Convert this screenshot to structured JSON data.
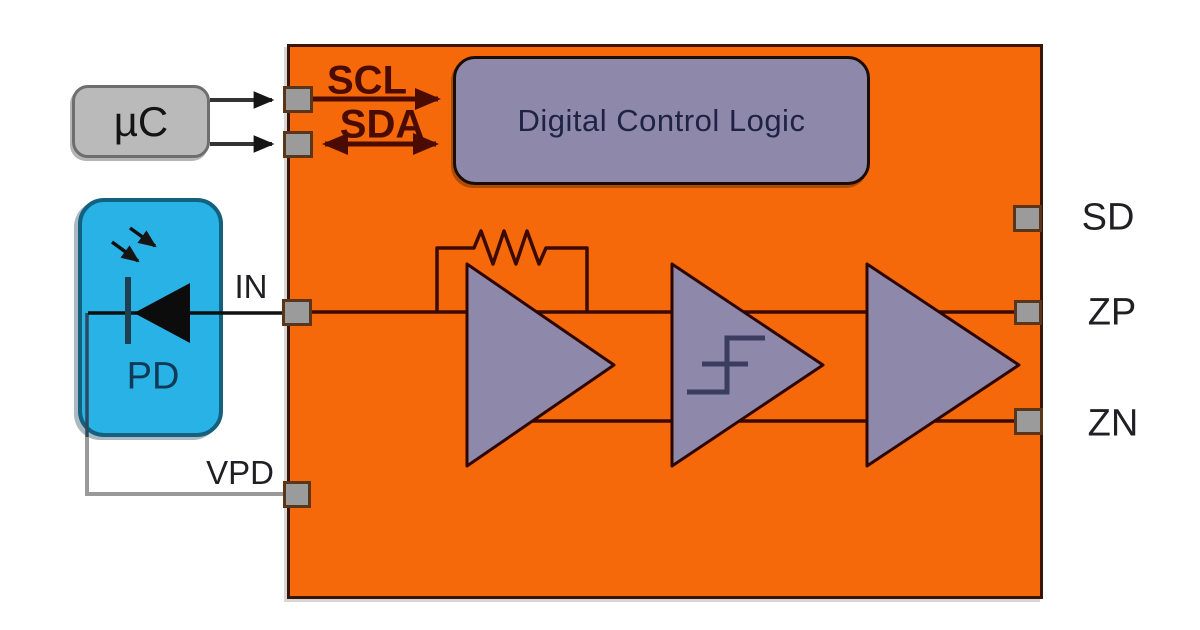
{
  "diagram": {
    "blocks": {
      "mcu_label": "µC",
      "photodiode_label": "PD",
      "control_logic_label": "Digital Control Logic"
    },
    "pins": {
      "scl": "SCL",
      "sda": "SDA",
      "in": "IN",
      "vpd": "VPD",
      "sd": "SD",
      "zp": "ZP",
      "zn": "ZN"
    },
    "icons": [
      "photodiode-icon",
      "light-arrows-icon",
      "feedback-resistor-icon",
      "amplifier-triangle-icon",
      "hysteresis-icon",
      "arrowhead-icon"
    ],
    "colors": {
      "ic_fill": "#F5690B",
      "logic_fill": "#8E88AB",
      "amp_fill": "#8E88AB",
      "pd_fill": "#29B2E6",
      "mcu_fill": "#BABABA",
      "pin_fill": "#9B9B9B",
      "wire_dark_red": "#3B0A00",
      "bus_label_color": "#4A0C00",
      "gray_wire": "#9A9A9A",
      "hysteresis_color": "#3A3D5C"
    }
  }
}
